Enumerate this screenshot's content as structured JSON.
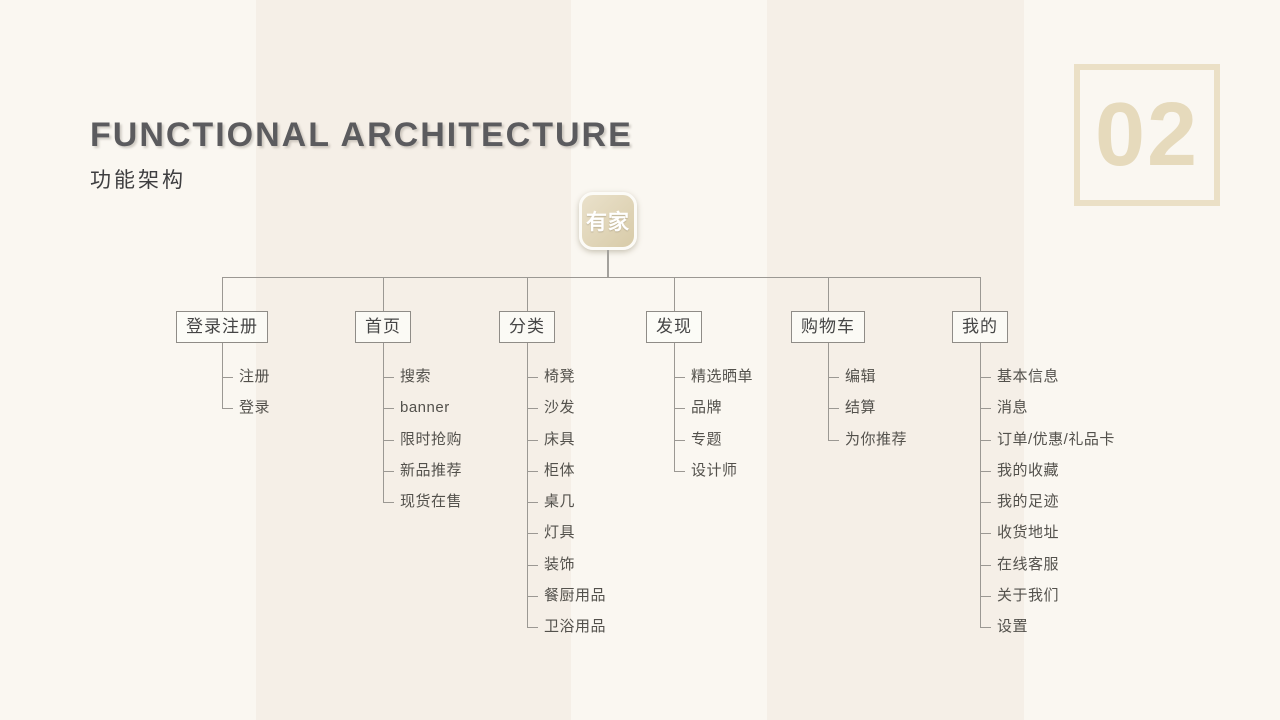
{
  "page": {
    "title": "FUNCTIONAL ARCHITECTURE",
    "subtitle": "功能架构",
    "section_number": "02"
  },
  "root": {
    "label": "有家"
  },
  "branches": [
    {
      "label": "登录注册",
      "children": [
        "注册",
        "登录"
      ]
    },
    {
      "label": "首页",
      "children": [
        "搜索",
        "banner",
        "限时抢购",
        "新品推荐",
        "现货在售"
      ]
    },
    {
      "label": "分类",
      "children": [
        "椅凳",
        "沙发",
        "床具",
        "柜体",
        "桌几",
        "灯具",
        "装饰",
        "餐厨用品",
        "卫浴用品"
      ]
    },
    {
      "label": "发现",
      "children": [
        "精选晒单",
        "品牌",
        "专题",
        "设计师"
      ]
    },
    {
      "label": "购物车",
      "children": [
        "编辑",
        "结算",
        "为你推荐"
      ]
    },
    {
      "label": "我的",
      "children": [
        "基本信息",
        "消息",
        "订单/优惠/礼品卡",
        "我的收藏",
        "我的足迹",
        "收货地址",
        "在线客服",
        "关于我们",
        "设置"
      ]
    }
  ],
  "colors": {
    "background_light": "#faf7f1",
    "background_stripe": "#f5efe7",
    "accent_beige": "#e6dabc",
    "badge_border": "#ebe0c6",
    "logo_bg_top": "#eae1cb",
    "logo_bg_bottom": "#d8cba8",
    "line_gray": "#9b9893",
    "box_border": "#8f8c87",
    "title_gray": "#5b5b5e",
    "subtitle_gray": "#3e3e40",
    "text_dark": "#454545",
    "text_child": "#53514c"
  }
}
